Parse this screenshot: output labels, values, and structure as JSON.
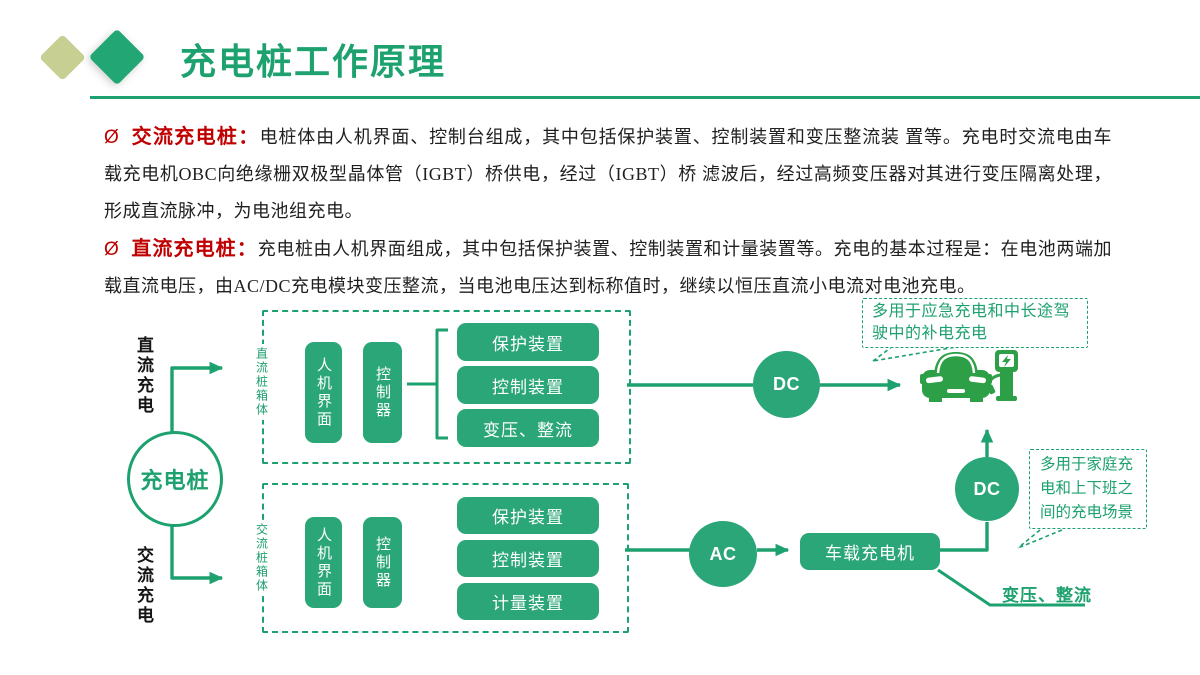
{
  "slide": {
    "title": "充电桩工作原理"
  },
  "colors": {
    "accent_green": "#1da16e",
    "fill_green": "#2aa678",
    "olive_diamond": "#c8cf92",
    "label_red": "#c00000",
    "body_text": "#1f1f1f",
    "car_green": "#2da047"
  },
  "bullets": [
    {
      "marker": "Ø",
      "label": "交流充电桩：",
      "text": "电桩体由人机界面、控制台组成，其中包括保护装置、控制装置和变压整流装 置等。充电时交流电由车载充电机OBC向绝缘栅双极型晶体管（IGBT）桥供电，经过（IGBT）桥 滤波后，经过高频变压器对其进行变压隔离处理，形成直流脉冲，为电池组充电。"
    },
    {
      "marker": "Ø",
      "label": "直流充电桩：",
      "text": "充电桩由人机界面组成，其中包括保护装置、控制装置和计量装置等。充电的基本过程是：在电池两端加载直流电压，由AC/DC充电模块变压整流，当电池电压达到标称值时，继续以恒压直流小电流对电池充电。"
    }
  ],
  "diagram": {
    "hub": "充电桩",
    "branch_dc": "直流充电",
    "branch_ac": "交流充电",
    "dc_cabinet": {
      "side_label": "直流桩箱体",
      "hmi": "人机界面",
      "controller": "控制器",
      "modules": [
        "保护装置",
        "控制装置",
        "变压、整流"
      ]
    },
    "ac_cabinet": {
      "side_label": "交流桩箱体",
      "hmi": "人机界面",
      "controller": "控制器",
      "modules": [
        "保护装置",
        "控制装置",
        "计量装置"
      ]
    },
    "node_dc_fast": "DC",
    "node_ac": "AC",
    "node_dc_obc": "DC",
    "obc": "车载充电机",
    "callout_dc": "多用于应急充电和中长途驾驶中的补电充电",
    "callout_ac": "多用于家庭充电和上下班之间的充电场景",
    "transform_note": "变压、整流",
    "icons": {
      "car": "car-icon",
      "charger": "charging-station-icon",
      "bolt": "lightning-icon"
    }
  }
}
